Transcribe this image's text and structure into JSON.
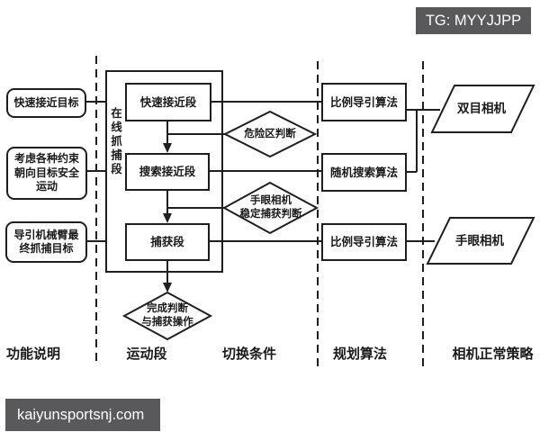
{
  "badge": {
    "text": "TG: MYYJJPP"
  },
  "watermark": {
    "text": "kaiyunsportsnj.com"
  },
  "colors": {
    "line": "#1f1f1f",
    "overlay_bg": "#59595b",
    "overlay_fg": "#ffffff",
    "background": "#ffffff"
  },
  "function_column": {
    "boxes": [
      {
        "lines": [
          "快速接近目标"
        ]
      },
      {
        "lines": [
          "考虑各种约束",
          "朝向目标安全",
          "运动"
        ]
      },
      {
        "lines": [
          "导引机械臂最",
          "终抓捕目标"
        ]
      }
    ]
  },
  "motion_column": {
    "group_label": "在线抓捕段",
    "stages": [
      "快速接近段",
      "搜索接近段",
      "捕获段"
    ]
  },
  "condition_column": {
    "diamonds": [
      {
        "lines": [
          "危险区判断"
        ]
      },
      {
        "lines": [
          "手眼相机",
          "稳定捕获判断"
        ]
      },
      {
        "lines": [
          "完成判断",
          "与捕获操作"
        ]
      }
    ]
  },
  "algorithm_column": {
    "boxes": [
      "比例导引算法",
      "随机搜索算法",
      "比例导引算法"
    ]
  },
  "camera_column": {
    "boxes": [
      "双目相机",
      "手眼相机"
    ]
  },
  "footer_labels": [
    "功能说明",
    "运动段",
    "切换条件",
    "规划算法",
    "相机正常策略"
  ]
}
